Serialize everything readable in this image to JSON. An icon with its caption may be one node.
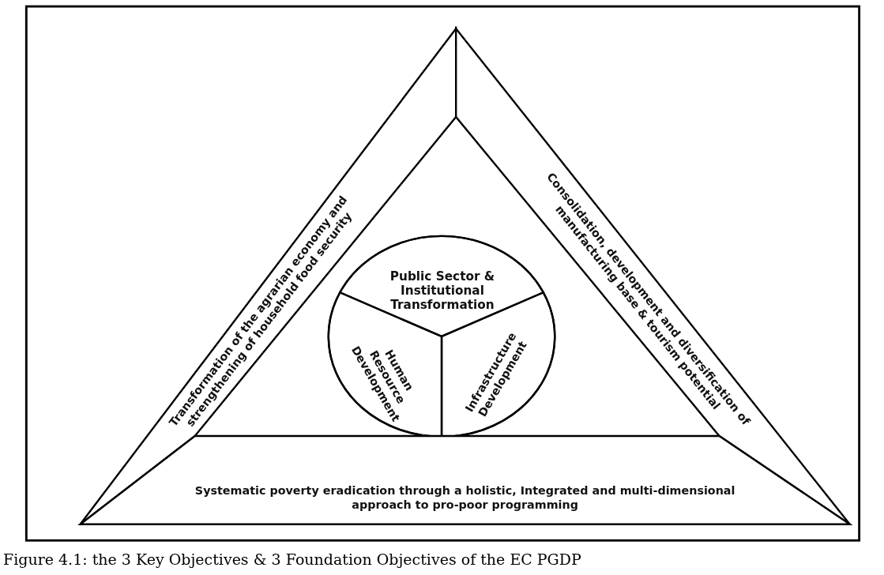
{
  "diagram": {
    "caption": "Figure 4.1: the 3 Key Objectives & 3 Foundation Objectives of the EC PGDP",
    "nodes": [
      {
        "text": [
          "Transformation of the agrarian economy and strengthening of household food security"
        ]
      },
      {
        "text": [
          "Consolidation, development and diversification of manufacturing base & tourism potential"
        ]
      },
      {
        "text": [],
        "shape": "circle"
      },
      {
        "text": [
          "Public Sector & Institutional Transformation"
        ],
        "in": 2
      },
      {
        "text": [
          "Human Resource Development"
        ],
        "in": 2
      },
      {
        "text": [
          "Infrastructure Development"
        ],
        "in": 2
      },
      {
        "text": [
          "Systematic poverty eradication through a holistic, Integrated and multi-dimensional approach to pro-poor programming"
        ]
      }
    ]
  }
}
